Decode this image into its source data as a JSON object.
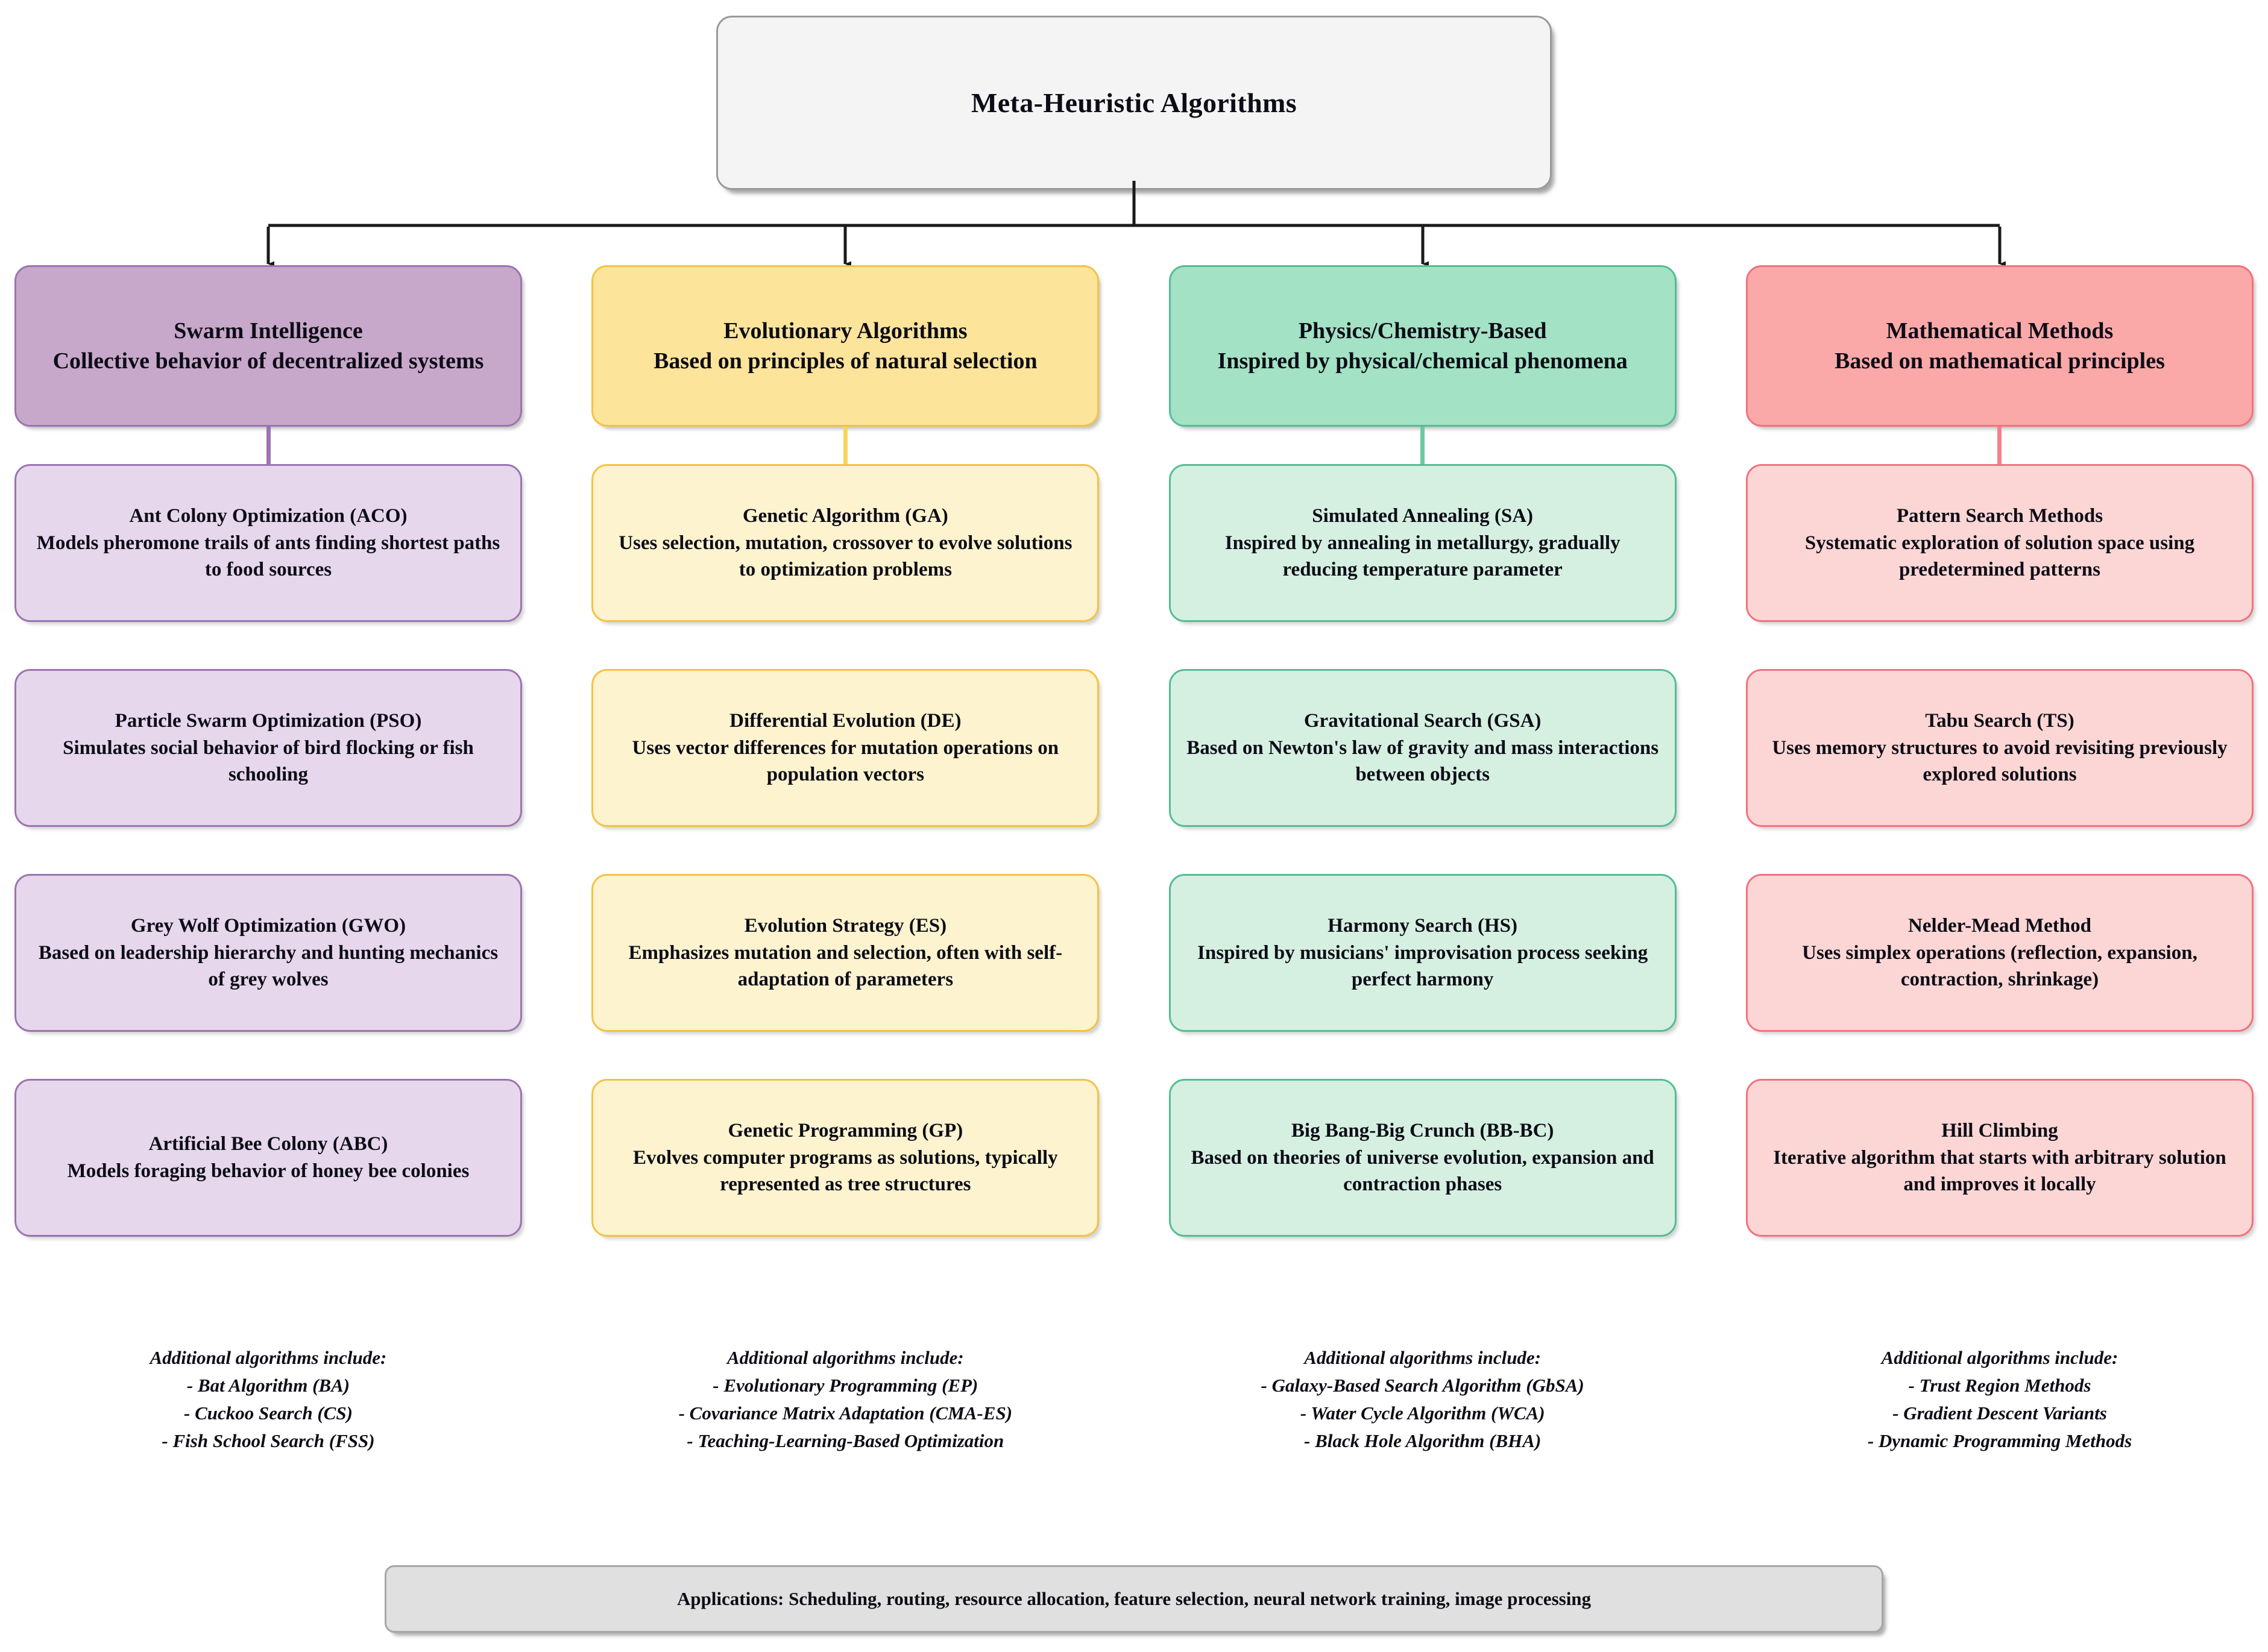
{
  "root": {
    "title": "Meta-Heuristic Algorithms",
    "fill": "#f4f4f4",
    "border": "#9a9a9a"
  },
  "columns": [
    {
      "id": "swarm-intelligence",
      "header_name": "Swarm Intelligence",
      "header_desc": "Collective behavior of decentralized systems",
      "header_fill": "#c8a8ca",
      "card_fill": "#e6d7ec",
      "border": "#9b74b0",
      "connector": "#9b74b0",
      "cards": [
        {
          "title": "Ant Colony Optimization (ACO)",
          "desc": "Models pheromone trails of ants finding shortest paths to food sources"
        },
        {
          "title": "Particle Swarm Optimization (PSO)",
          "desc": "Simulates social behavior of bird flocking or fish schooling"
        },
        {
          "title": "Grey Wolf Optimization (GWO)",
          "desc": "Based on leadership hierarchy and hunting mechanics of grey wolves"
        },
        {
          "title": "Artificial Bee Colony (ABC)",
          "desc": "Models foraging behavior of honey bee colonies"
        }
      ],
      "extras_title": "Additional algorithms include:",
      "extras": [
        "- Bat Algorithm (BA)",
        "- Cuckoo Search (CS)",
        "- Fish School Search (FSS)"
      ]
    },
    {
      "id": "evolutionary-algorithms",
      "header_name": "Evolutionary Algorithms",
      "header_desc": "Based on principles of natural selection",
      "header_fill": "#fce49a",
      "card_fill": "#fdf3cf",
      "border": "#f5c242",
      "connector": "#f9d35e",
      "cards": [
        {
          "title": "Genetic Algorithm (GA)",
          "desc": "Uses selection, mutation, crossover to evolve solutions to optimization problems"
        },
        {
          "title": "Differential Evolution (DE)",
          "desc": "Uses vector differences for mutation operations on population vectors"
        },
        {
          "title": "Evolution Strategy (ES)",
          "desc": "Emphasizes mutation and selection, often with self-adaptation of parameters"
        },
        {
          "title": "Genetic Programming (GP)",
          "desc": "Evolves computer programs as solutions, typically represented as tree structures"
        }
      ],
      "extras_title": "Additional algorithms include:",
      "extras": [
        "- Evolutionary Programming (EP)",
        "- Covariance Matrix Adaptation (CMA-ES)",
        "- Teaching-Learning-Based Optimization"
      ]
    },
    {
      "id": "physics-chemistry-based",
      "header_name": "Physics/Chemistry-Based",
      "header_desc": "Inspired by physical/chemical phenomena",
      "header_fill": "#a3e2c4",
      "card_fill": "#d5f0e1",
      "border": "#54bd94",
      "connector": "#6dc8a2",
      "cards": [
        {
          "title": "Simulated Annealing (SA)",
          "desc": "Inspired by annealing in metallurgy, gradually reducing temperature parameter"
        },
        {
          "title": "Gravitational Search (GSA)",
          "desc": "Based on Newton's law of gravity and mass interactions between objects"
        },
        {
          "title": "Harmony Search (HS)",
          "desc": "Inspired by musicians' improvisation process seeking perfect harmony"
        },
        {
          "title": "Big Bang-Big Crunch (BB-BC)",
          "desc": "Based on theories of universe evolution, expansion and contraction phases"
        }
      ],
      "extras_title": "Additional algorithms include:",
      "extras": [
        "- Galaxy-Based Search Algorithm (GbSA)",
        "- Water Cycle Algorithm (WCA)",
        "- Black Hole Algorithm (BHA)"
      ]
    },
    {
      "id": "mathematical-methods",
      "header_name": "Mathematical Methods",
      "header_desc": "Based on mathematical principles",
      "header_fill": "#fba8a8",
      "card_fill": "#fcd6d4",
      "border": "#f4717f",
      "connector": "#f6808c",
      "cards": [
        {
          "title": "Pattern Search Methods",
          "desc": "Systematic exploration of solution space using predetermined patterns"
        },
        {
          "title": "Tabu Search (TS)",
          "desc": "Uses memory structures to avoid revisiting previously explored solutions"
        },
        {
          "title": "Nelder-Mead Method",
          "desc": "Uses simplex operations (reflection, expansion, contraction, shrinkage)"
        },
        {
          "title": "Hill Climbing",
          "desc": "Iterative algorithm that starts with arbitrary solution and improves it locally"
        }
      ],
      "extras_title": "Additional algorithms include:",
      "extras": [
        "- Trust Region Methods",
        "- Gradient Descent Variants",
        "- Dynamic Programming Methods"
      ]
    }
  ],
  "applications": {
    "text": "Applications: Scheduling, routing, resource allocation, feature selection, neural network training, image processing",
    "fill": "#e0e0e0",
    "border": "#a6a6a6"
  },
  "connectors": {
    "tree_line_color": "#1a1a1a"
  }
}
